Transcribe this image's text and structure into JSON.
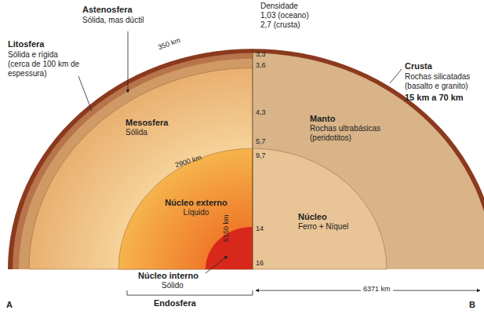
{
  "diagram": {
    "nodes": [
      {
        "text": [
          "Mesosfera",
          "Sólida"
        ]
      },
      {
        "text": [
          "Manto",
          "Rochas ultrabásicas (peridotitos)"
        ]
      },
      {
        "text": [
          "Núcleo externo",
          "Líquido"
        ]
      },
      {
        "text": [
          "Núcleo",
          "Ferro + Níquel"
        ]
      }
    ],
    "labels": [
      "Densidade",
      "1,03 (oceano)",
      "2,7 (crusta)",
      "Astenosfera",
      "Sólida, mas dúctil",
      "Litosfera",
      "Sólida e rígida (cerca de 100 km de espessura)",
      "Crusta",
      "Rochas silicatadas (basalto e granito)",
      "15 km a 70 km",
      "350 km",
      "3,3",
      "3,6",
      "4,3",
      "5,7",
      "2900 km",
      "9,7",
      "14",
      "5150 km",
      "16",
      "Núcleo interno",
      "Sólido",
      "Endosfera",
      "6371 km",
      "A",
      "B"
    ]
  }
}
